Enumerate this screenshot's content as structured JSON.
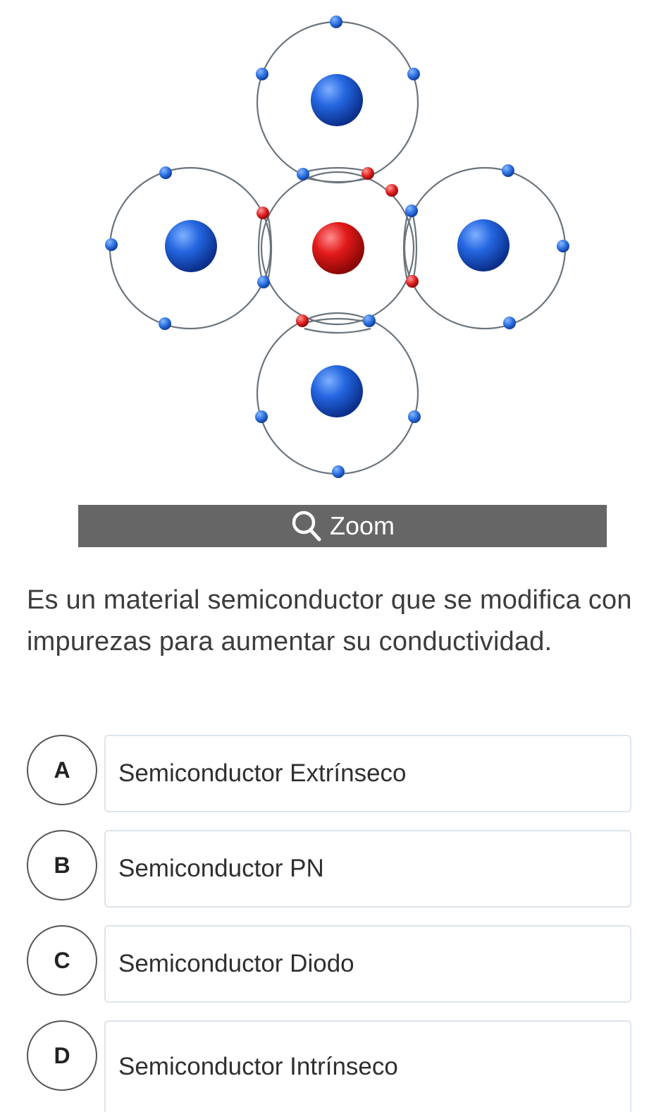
{
  "diagram": {
    "colors": {
      "nucleus_blue": "#1f5fd6",
      "nucleus_red": "#e01515",
      "electron_blue": "#2a6fe0",
      "electron_red": "#e02020",
      "orbit": "#5a6570"
    }
  },
  "zoom": {
    "label": "Zoom",
    "icon": "magnifier-icon"
  },
  "question": {
    "text": "Es un material semiconductor que se modifica con impurezas para aumentar su conductividad."
  },
  "options": [
    {
      "letter": "A",
      "label": "Semiconductor Extrínseco"
    },
    {
      "letter": "B",
      "label": "Semiconductor PN"
    },
    {
      "letter": "C",
      "label": "Semiconductor Diodo"
    },
    {
      "letter": "D",
      "label": "Semiconductor Intrínseco"
    }
  ]
}
